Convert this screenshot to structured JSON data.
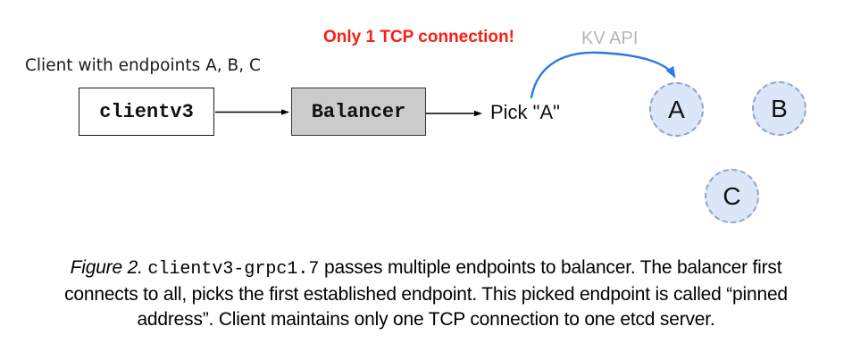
{
  "diagram": {
    "note_red": "Only 1 TCP connection!",
    "kv_api_label": "KV API",
    "client_label": "Client with endpoints A, B, C",
    "client_box_label": "clientv3",
    "balancer_box_label": "Balancer",
    "pick_label": "Pick \"A\"",
    "endpoints": [
      {
        "label": "A"
      },
      {
        "label": "B"
      },
      {
        "label": "C"
      }
    ],
    "colors": {
      "note_red": "#fb1d12",
      "kv_api_gray": "#b6b6b6",
      "blue_arrow": "#2b78e8",
      "balancer_fill": "#cbcbcb",
      "endpoint_fill": "#dbe7f8",
      "endpoint_border": "#8ca3cc"
    }
  },
  "caption": {
    "figure_label": "Figure 2. ",
    "code": "clientv3-grpc1.7",
    "line1_rest": " passes multiple endpoints to balancer. The balancer first",
    "line2": "connects to all, picks the first established endpoint. This picked endpoint is called “pinned",
    "line3": "address”. Client maintains only one TCP connection to one etcd server."
  }
}
